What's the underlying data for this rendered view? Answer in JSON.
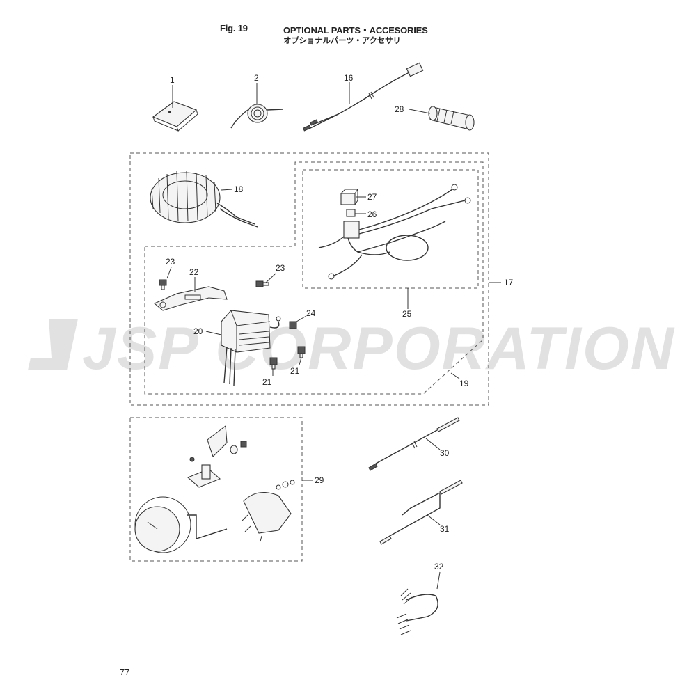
{
  "header": {
    "fig_label": "Fig. 19",
    "title_en": "OPTIONAL PARTS・ACCESORIES",
    "title_jp": "オプショナルパーツ・アクセサリ"
  },
  "watermark": "JSP CORPORATION",
  "page_number": "77",
  "callouts": {
    "p1": "1",
    "p2": "2",
    "p16": "16",
    "p28": "28",
    "p18": "18",
    "p27": "27",
    "p26": "26",
    "p23a": "23",
    "p22": "22",
    "p23b": "23",
    "p17": "17",
    "p24": "24",
    "p25": "25",
    "p20": "20",
    "p21a": "21",
    "p21b": "21",
    "p19": "19",
    "p29": "29",
    "p30": "30",
    "p31": "31",
    "p32": "32"
  }
}
